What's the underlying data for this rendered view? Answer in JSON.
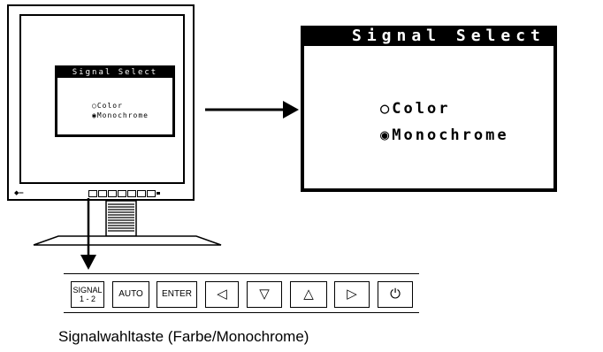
{
  "mini_osd": {
    "title": "Signal Select",
    "options": [
      {
        "mark": "○",
        "label": "Color"
      },
      {
        "mark": "◉",
        "label": "Monochrome"
      }
    ]
  },
  "big_osd": {
    "title": "Signal Select",
    "options": [
      {
        "mark": "○",
        "label": "Color"
      },
      {
        "mark": "◉",
        "label": "Monochrome"
      }
    ]
  },
  "panel": {
    "signal_line1": "SIGNAL",
    "signal_line2": "1 - 2",
    "auto": "AUTO",
    "enter": "ENTER",
    "left": "◁",
    "down": "▽",
    "up": "△",
    "right": "▷",
    "power": "⏻"
  },
  "caption": "Signalwahltaste (Farbe/Monochrome)"
}
